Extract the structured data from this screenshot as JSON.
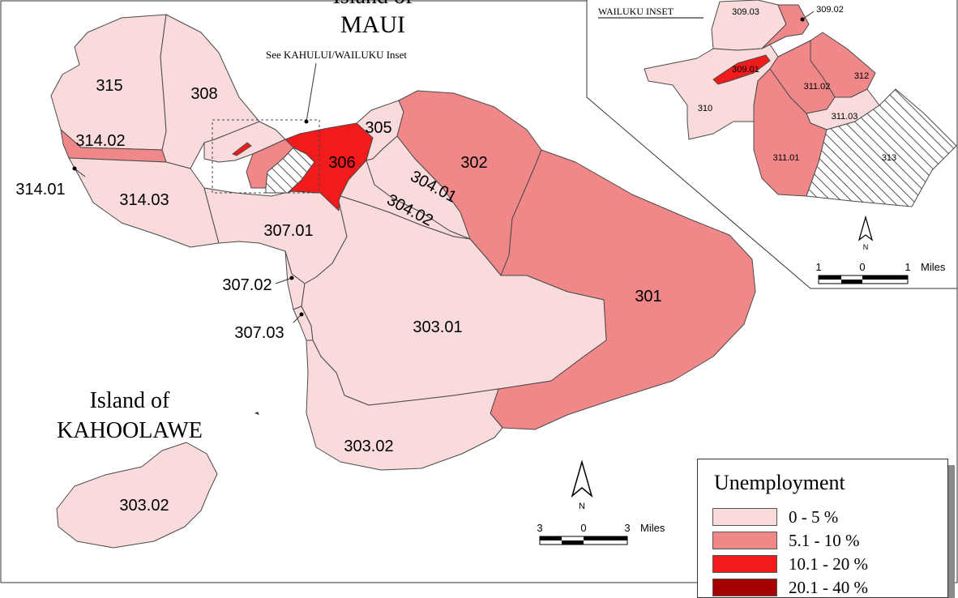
{
  "colors": {
    "c1": "#f9dbdb",
    "c2": "#f0888a",
    "c3": "#f21b1b",
    "c4": "#a60000"
  },
  "main_map": {
    "title_line1": "Island of",
    "title_line2": "MAUI",
    "inset_note": "See KAHULUI/WAILUKU Inset",
    "kahoolawe_line1": "Island of",
    "kahoolawe_line2": "KAHOOLAWE",
    "tract_labels": {
      "t315": "315",
      "t308": "308",
      "t305": "305",
      "t306": "306",
      "t302": "302",
      "t314_02": "314.02",
      "t314_01": "314.01",
      "t314_03": "314.03",
      "t304_01": "304.01",
      "t304_02": "304.02",
      "t307_01": "307.01",
      "t307_02": "307.02",
      "t307_03": "307.03",
      "t303_01": "303.01",
      "t301": "301",
      "t303_02": "303.02",
      "t303_02_k": "303.02"
    },
    "north_label": "N",
    "scale": {
      "left": "3",
      "mid": "0",
      "right": "3",
      "unit": "Miles"
    }
  },
  "inset": {
    "title": "WAILUKU INSET",
    "tract_labels": {
      "t309_03": "309.03",
      "t309_02": "309.02",
      "t309_01": "309.01",
      "t312": "312",
      "t311_02": "311.02",
      "t310": "310",
      "t311_03": "311.03",
      "t311_01": "311.01",
      "t313": "313"
    },
    "north_label": "N",
    "scale": {
      "left": "1",
      "mid": "0",
      "right": "1",
      "unit": "Miles"
    }
  },
  "legend": {
    "title": "Unemployment",
    "items": [
      {
        "label": "0 - 5 %",
        "color": "#f9dbdb"
      },
      {
        "label": "5.1 - 10 %",
        "color": "#f0888a"
      },
      {
        "label": "10.1 - 20 %",
        "color": "#f21b1b"
      },
      {
        "label": "20.1 - 40 %",
        "color": "#a60000"
      }
    ]
  }
}
